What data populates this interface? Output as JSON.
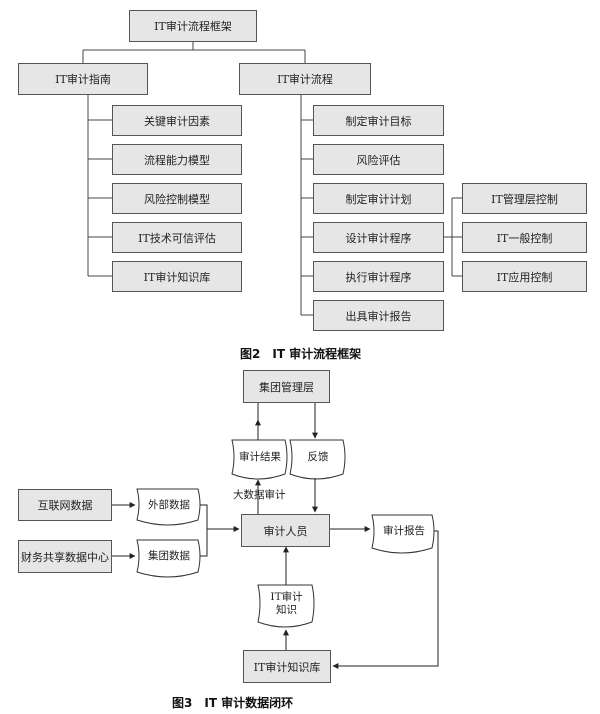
{
  "figure2": {
    "root": "IT审计流程框架",
    "guide": {
      "title": "IT审计指南",
      "items": [
        "关键审计因素",
        "流程能力模型",
        "风险控制模型",
        "IT技术可信评估",
        "IT审计知识库"
      ]
    },
    "process": {
      "title": "IT审计流程",
      "items": [
        "制定审计目标",
        "风险评估",
        "制定审计计划",
        "设计审计程序",
        "执行审计程序",
        "出具审计报告"
      ]
    },
    "controls": [
      "IT管理层控制",
      "IT一般控制",
      "IT应用控制"
    ],
    "caption": "图2　IT 审计流程框架"
  },
  "figure3": {
    "group_mgmt": "集团管理层",
    "audit_result": "审计结果",
    "feedback": "反馈",
    "bigdata_label": "大数据审计",
    "internet_data": "互联网数据",
    "external_data": "外部数据",
    "finance_center": "财务共享数据中心",
    "group_data": "集团数据",
    "auditor": "审计人员",
    "audit_report": "审计报告",
    "it_knowledge_line1": "IT审计",
    "it_knowledge_line2": "知识",
    "it_kb": "IT审计知识库",
    "caption": "图3　IT 审计数据闭环"
  }
}
